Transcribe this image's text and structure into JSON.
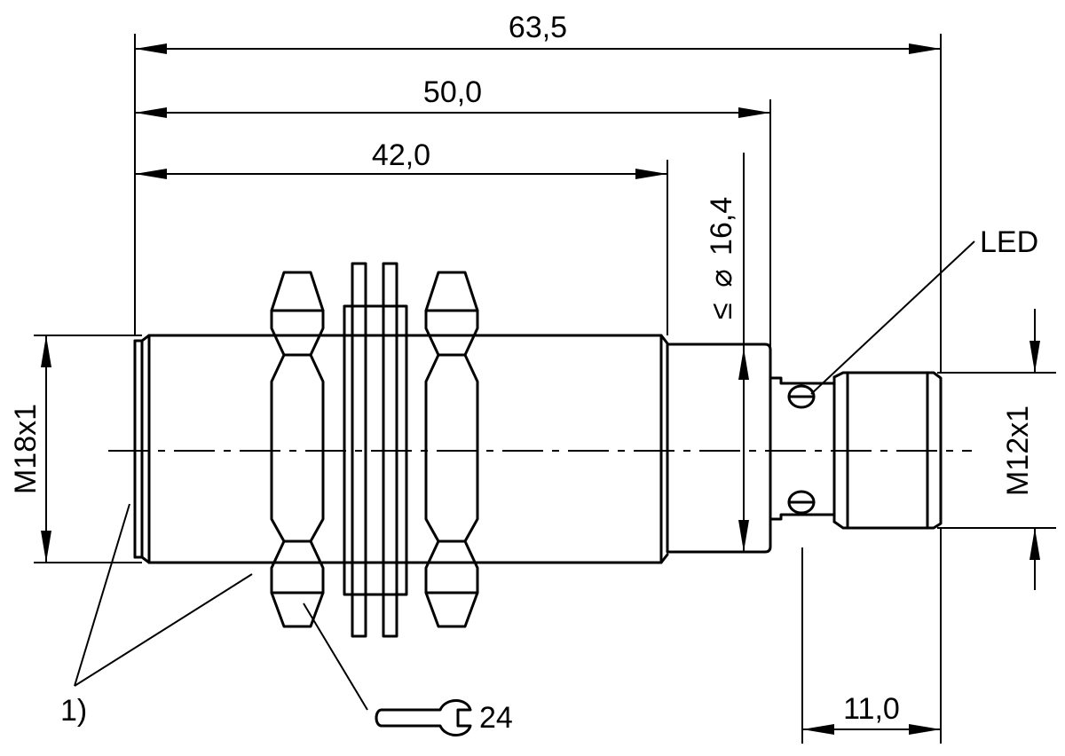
{
  "dimensions": {
    "overall_length": "63,5",
    "body_length": "50,0",
    "thread_length": "42,0",
    "diameter_prefix": "≤",
    "diameter_symbol": "⌀",
    "diameter_value": "16,4",
    "connector_length": "11,0"
  },
  "threads": {
    "main": "M18x1",
    "connector": "M12x1"
  },
  "callouts": {
    "led": "LED",
    "note_1": "1)",
    "wrench_size": "24"
  },
  "icons": {
    "wrench": "open-end-wrench-icon"
  }
}
